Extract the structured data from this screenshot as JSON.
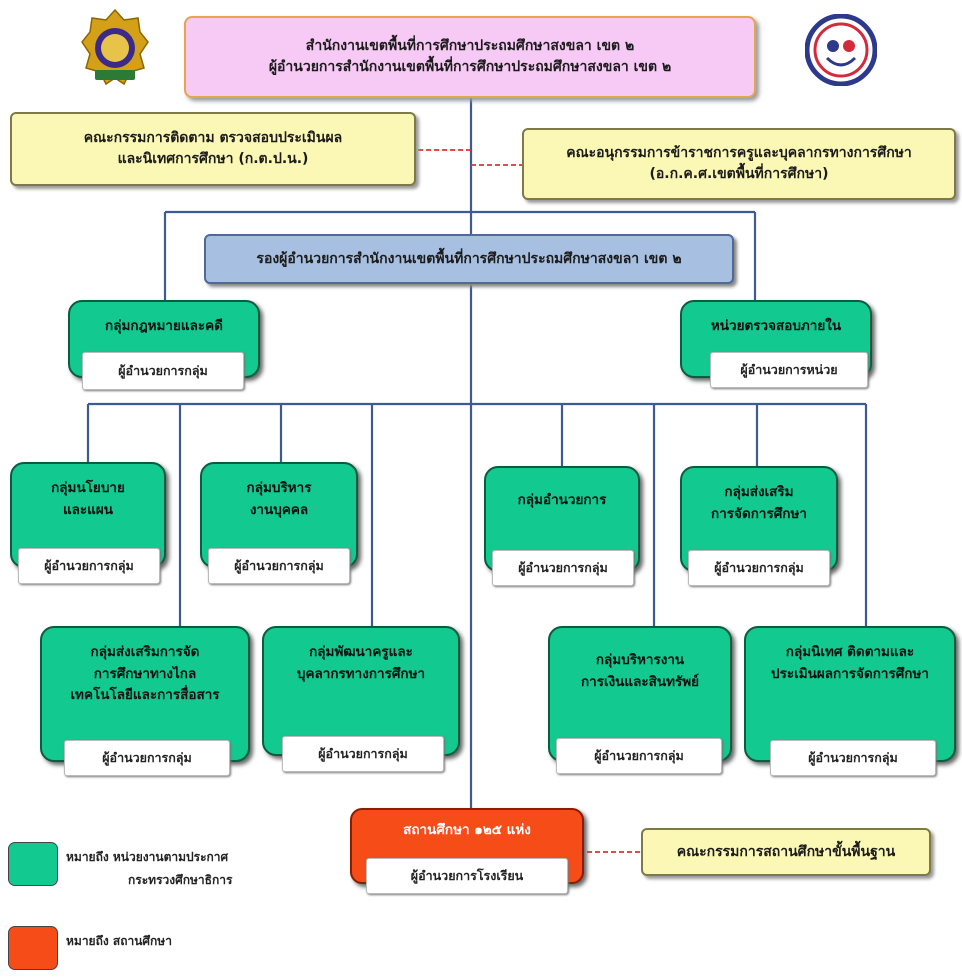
{
  "top": {
    "line1": "สำนักงานเขตพื้นที่การศึกษาประถมศึกษาสงขลา เขต ๒",
    "line2": "ผู้อำนวยการสำนักงานเขตพื้นที่การศึกษาประถมศึกษาสงขลา เขต ๒"
  },
  "committee_left": {
    "line1": "คณะกรรมการติดตาม ตรวจสอบประเมินผล",
    "line2": "และนิเทศการศึกษา (ก.ต.ป.น.)"
  },
  "committee_right": {
    "line1": "คณะอนุกรรมการข้าราชการครูและบุคลากรทางการศึกษา",
    "line2": "(อ.ก.ค.ศ.เขตพื้นที่การศึกษา)"
  },
  "deputy": "รองผู้อำนวยการสำนักงานเขตพื้นที่การศึกษาประถมศึกษาสงขลา เขต ๒",
  "legal": {
    "title": "กลุ่มกฎหมายและคดี",
    "sub": "ผู้อำนวยการกลุ่ม"
  },
  "audit": {
    "title": "หน่วยตรวจสอบภายใน",
    "sub": "ผู้อำนวยการหน่วย"
  },
  "policy": {
    "line1": "กลุ่มนโยบาย",
    "line2": "และแผน",
    "sub": "ผู้อำนวยการกลุ่ม"
  },
  "personnel": {
    "line1": "กลุ่มบริหาร",
    "line2": "งานบุคคล",
    "sub": "ผู้อำนวยการกลุ่ม"
  },
  "admin": {
    "line1": "กลุ่มอำนวยการ",
    "sub": "ผู้อำนวยการกลุ่ม"
  },
  "promotion": {
    "line1": "กลุ่มส่งเสริม",
    "line2": "การจัดการศึกษา",
    "sub": "ผู้อำนวยการกลุ่ม"
  },
  "distance": {
    "line1": "กลุ่มส่งเสริมการจัด",
    "line2": "การศึกษาทางไกล",
    "line3": "เทคโนโลยีและการสื่อสาร",
    "sub": "ผู้อำนวยการกลุ่ม"
  },
  "teacher_dev": {
    "line1": "กลุ่มพัฒนาครูและ",
    "line2": "บุคลากรทางการศึกษา",
    "sub": "ผู้อำนวยการกลุ่ม"
  },
  "finance": {
    "line1": "กลุ่มบริหารงาน",
    "line2": "การเงินและสินทรัพย์",
    "sub": "ผู้อำนวยการกลุ่ม"
  },
  "supervision": {
    "line1": "กลุ่มนิเทศ ติดตามและ",
    "line2": "ประเมินผลการจัดการศึกษา",
    "sub": "ผู้อำนวยการกลุ่ม"
  },
  "schools": {
    "title": "สถานศึกษา ๑๒๕ แห่ง",
    "sub": "ผู้อำนวยการโรงเรียน"
  },
  "school_board": "คณะกรรมการสถานศึกษาขั้นพื้นฐาน",
  "legend": {
    "green_line1": "หมายถึง  หน่วยงานตามประกาศ",
    "green_line2": "กระทรวงศึกษาธิการ",
    "red_line1": "หมายถึง  สถานศึกษา"
  },
  "colors": {
    "group": "#12c98f",
    "school": "#f54c18",
    "top": "#f7c9f5",
    "committee": "#fbf7b4",
    "deputy": "#a7bfe0",
    "line": "#3c5a94"
  },
  "icons": [
    "ministry-emblem-logo",
    "area-office-logo"
  ]
}
